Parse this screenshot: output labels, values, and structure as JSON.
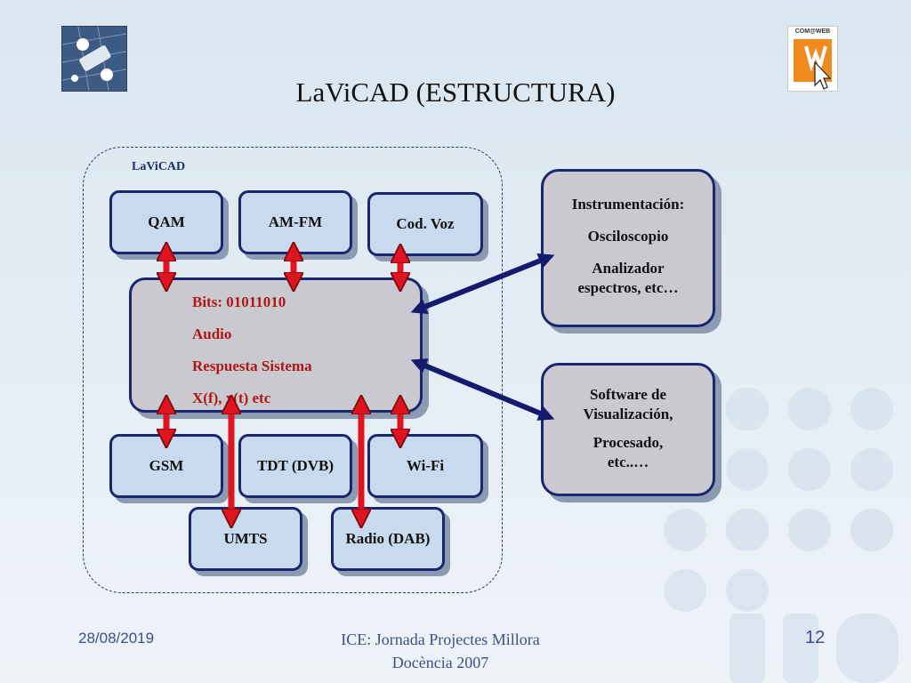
{
  "title": "LaViCAD (ESTRUCTURA)",
  "region_label": "LaViCAD",
  "logos": {
    "left": "fsc-logo",
    "right_text": "COM@WEB"
  },
  "top_boxes": [
    "QAM",
    "AM-FM",
    "Cod. Voz"
  ],
  "central": {
    "lines": [
      "Bits: 01011010",
      "Audio",
      "Respuesta Sistema",
      "X(f), x(t) etc"
    ]
  },
  "bottom_boxes": [
    "GSM",
    "TDT (DVB)",
    "Wi-Fi"
  ],
  "lower_boxes": [
    "UMTS",
    "Radio (DAB)"
  ],
  "instrumentation": {
    "heading": "Instrumentación:",
    "lines": [
      "Osciloscopio",
      "Analizador",
      "espectros, etc…"
    ]
  },
  "software": {
    "lines": [
      "Software de",
      "Visualización,",
      "Procesado,",
      "etc..…"
    ]
  },
  "footer": {
    "date": "28/08/2019",
    "center_line1": "ICE: Jornada Projectes Millora",
    "center_line2": "Docència 2007",
    "page": "12"
  },
  "colors": {
    "box_fill": "#c7daee",
    "box_border": "#1a2670",
    "central_text": "#b01818",
    "arrow_red": "#e0141e",
    "arrow_navy": "#141a6e"
  }
}
